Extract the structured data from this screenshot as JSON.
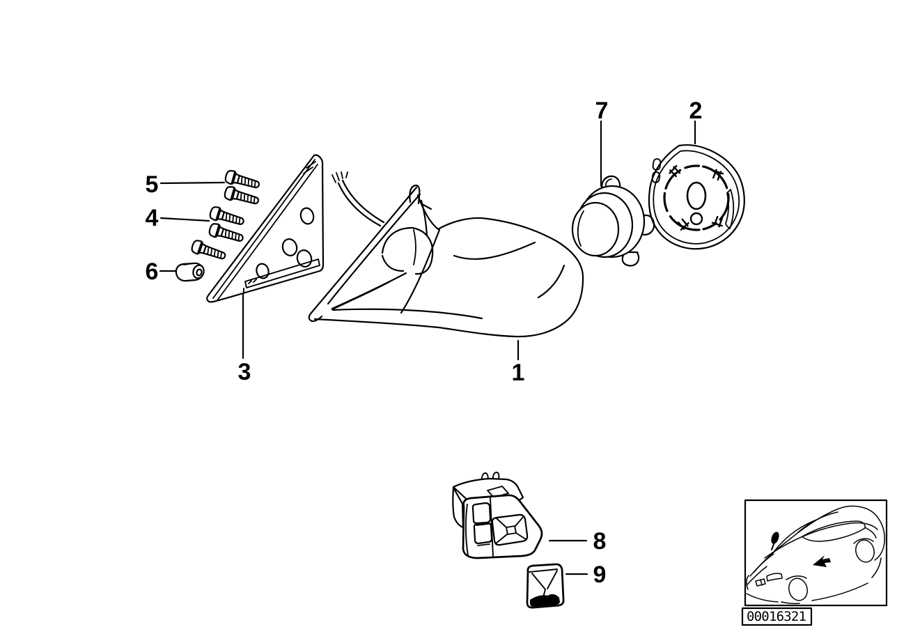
{
  "colors": {
    "background": "#ffffff",
    "line": "#000000"
  },
  "callouts": {
    "c1": "1",
    "c2": "2",
    "c3": "3",
    "c4": "4",
    "c5": "5",
    "c6": "6",
    "c7": "7",
    "c8": "8",
    "c9": "9"
  },
  "inset": {
    "doc_number": "00016321"
  }
}
